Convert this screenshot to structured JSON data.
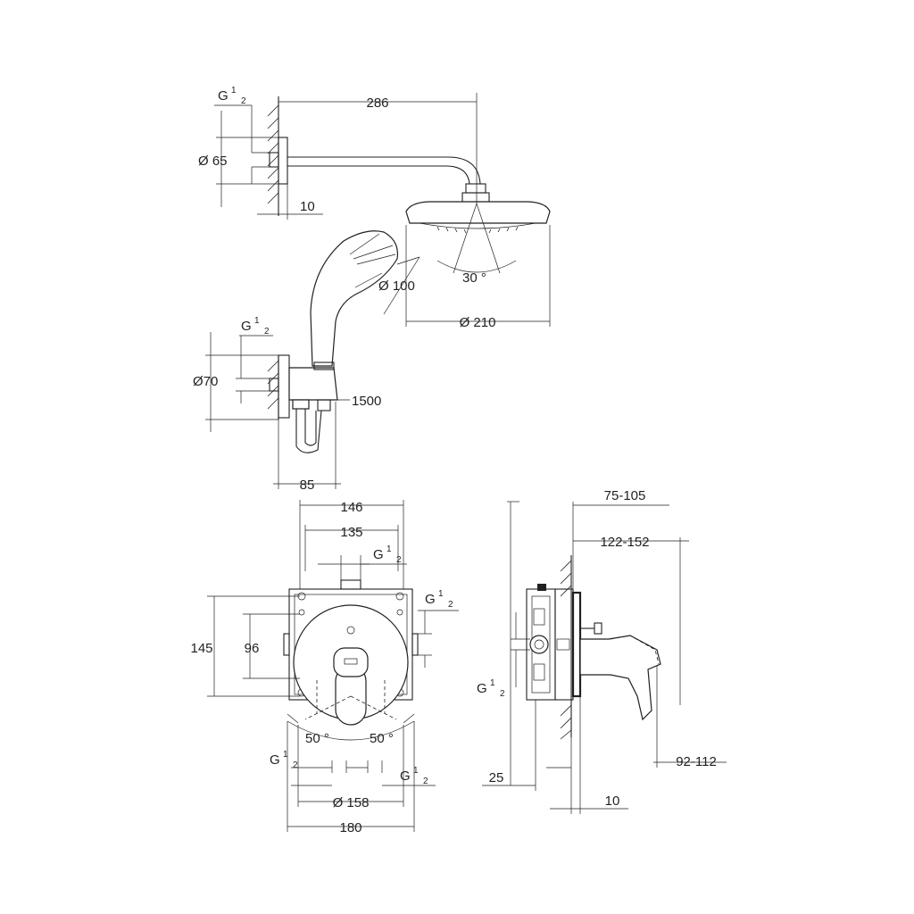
{
  "dims": {
    "arm_length": "286",
    "thread_top": {
      "main": "G",
      "num": "1",
      "den": "2"
    },
    "flange_dia": "Ø 65",
    "flange_gap": "10",
    "angle_head": "30 °",
    "hand_dia": "Ø 100",
    "head_dia": "Ø 210",
    "thread_elbow": {
      "main": "G",
      "num": "1",
      "den": "2"
    },
    "elbow_dia": "Ø70",
    "hose_length": "1500",
    "elbow_depth": "85",
    "box_width_outer": "146",
    "box_width_inner": "135",
    "thread_box_top": {
      "main": "G",
      "num": "1",
      "den": "2"
    },
    "thread_box_right": {
      "main": "G",
      "num": "1",
      "den": "2"
    },
    "box_height": "145",
    "box_height_inner": "96",
    "angle_left": "50 °",
    "angle_right": "50 °",
    "thread_box_bl": {
      "main": "G",
      "num": "1",
      "den": "2"
    },
    "thread_box_br": {
      "main": "G",
      "num": "1",
      "den": "2"
    },
    "rosette_dia": "Ø 158",
    "plate_width": "180",
    "depth_range_1": "75-105",
    "depth_range_2": "122-152",
    "thread_side": {
      "main": "G",
      "num": "1",
      "den": "2"
    },
    "lever_range": "92-112",
    "wall_25": "25",
    "plate_10": "10"
  }
}
